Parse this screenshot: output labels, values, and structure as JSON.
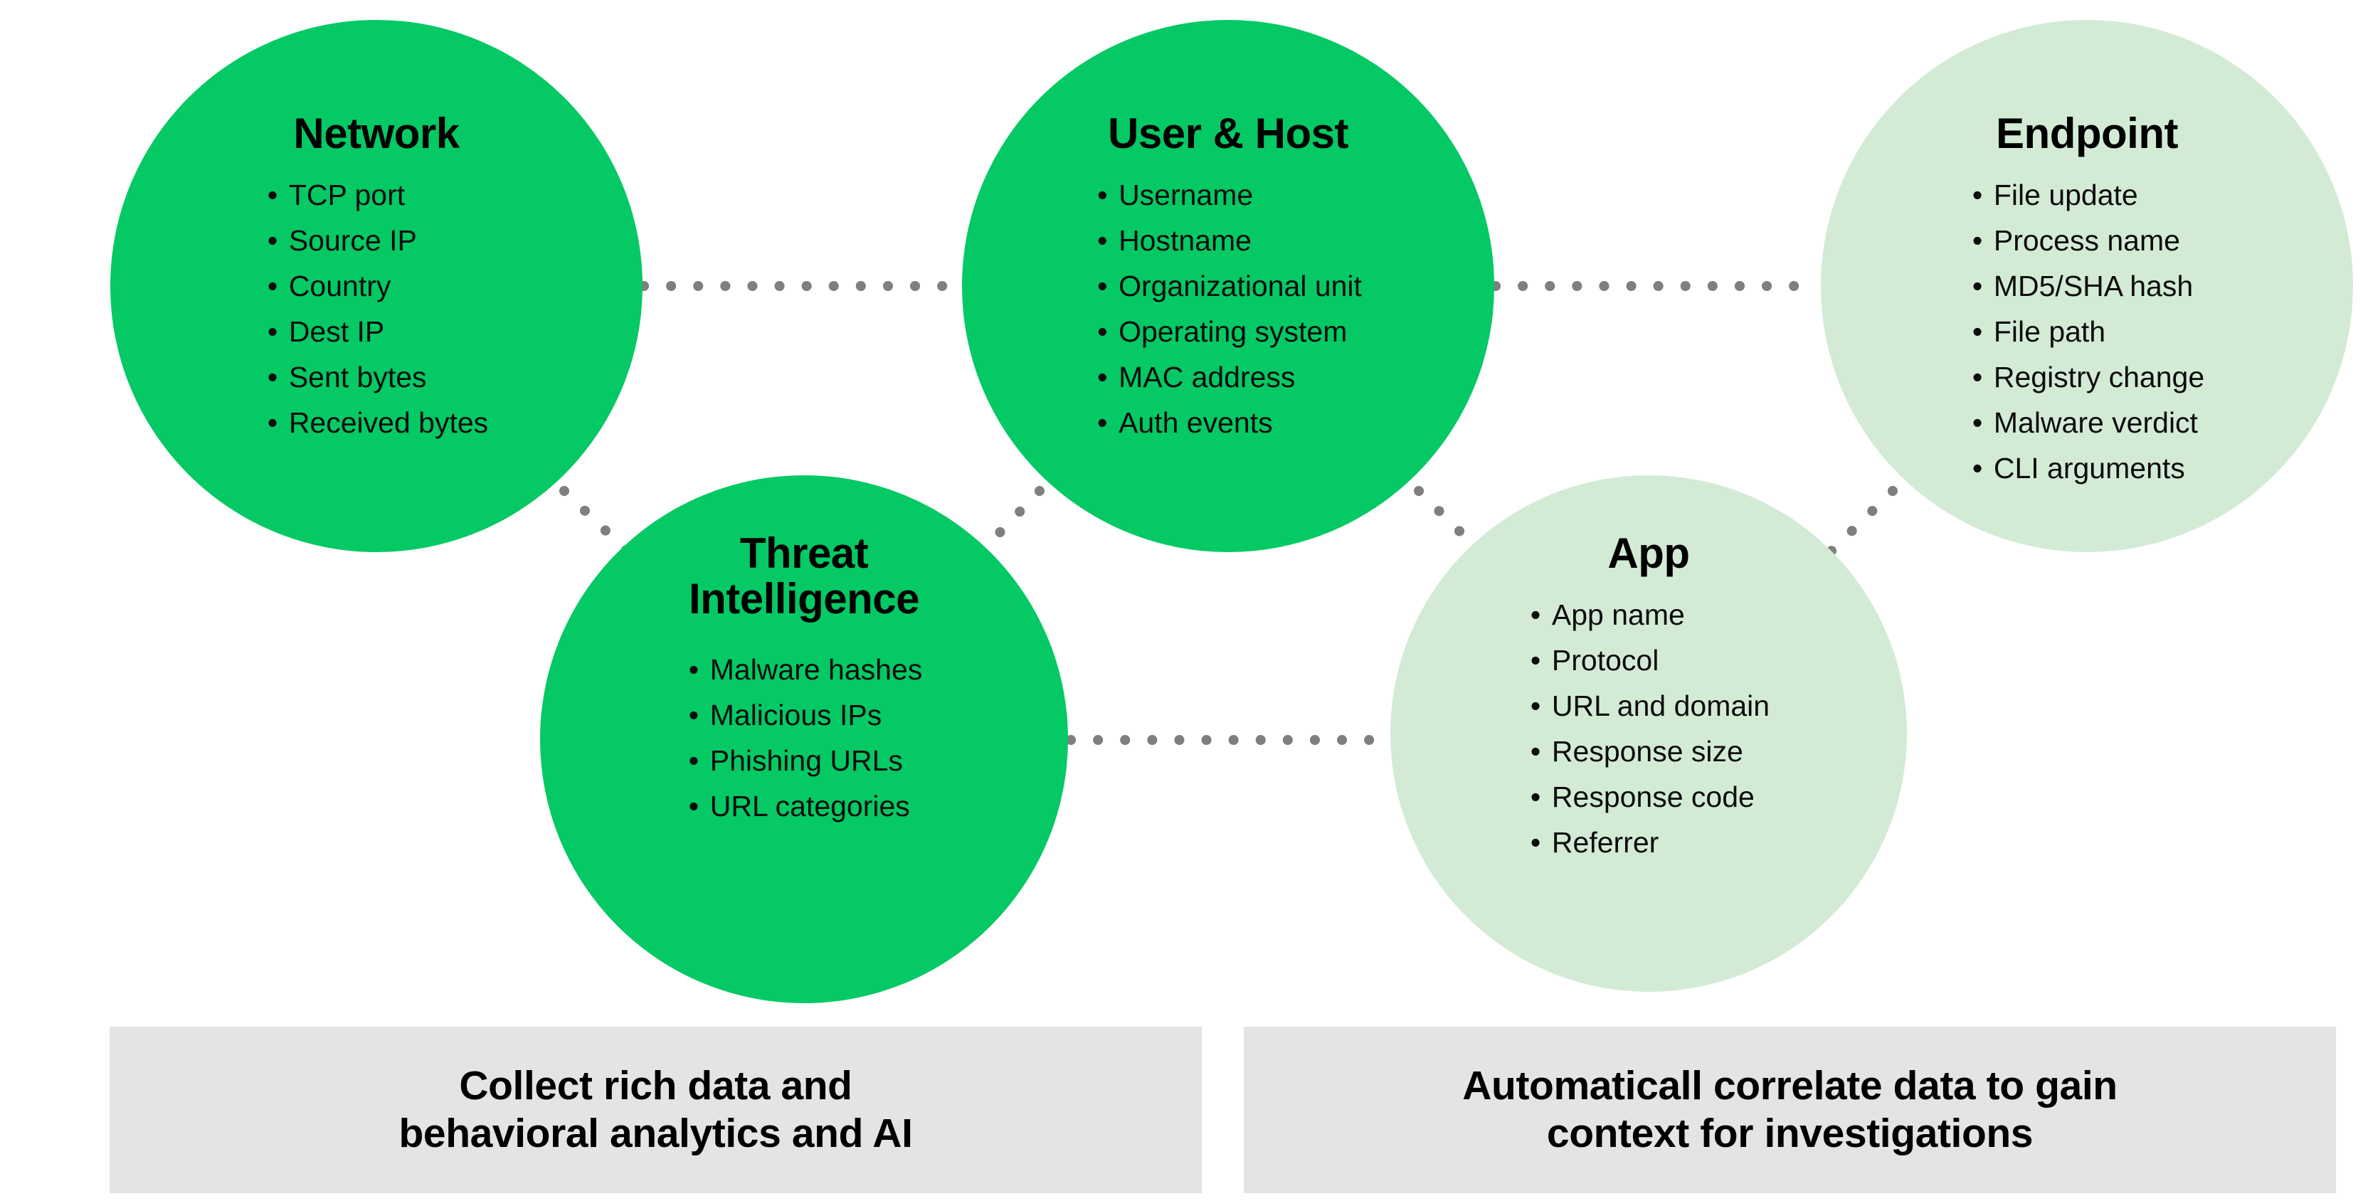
{
  "theme": {
    "background": "#ffffff",
    "accent_green": "#04C964",
    "accent_green_light": "#D3EBD5",
    "banner_gray": "#E4E4E4",
    "connector_dot": "#7F7F7F",
    "text": "#000000"
  },
  "diagram": {
    "type": "node-network",
    "nodes": [
      {
        "id": "network",
        "title": "Network",
        "fill": "dark",
        "items": [
          "TCP port",
          "Source IP",
          "Country",
          "Dest IP",
          "Sent bytes",
          "Received bytes"
        ]
      },
      {
        "id": "user-host",
        "title": "User & Host",
        "fill": "dark",
        "items": [
          "Username",
          "Hostname",
          "Organizational unit",
          "Operating system",
          "MAC address",
          "Auth events"
        ]
      },
      {
        "id": "endpoint",
        "title": "Endpoint",
        "fill": "light",
        "items": [
          "File update",
          "Process name",
          "MD5/SHA hash",
          "File path",
          "Registry change",
          "Malware verdict",
          "CLI arguments"
        ]
      },
      {
        "id": "threat-intelligence",
        "title": "Threat\nIntelligence",
        "fill": "dark",
        "items": [
          "Malware hashes",
          "Malicious IPs",
          "Phishing URLs",
          "URL categories"
        ]
      },
      {
        "id": "app",
        "title": "App",
        "fill": "light",
        "items": [
          "App name",
          "Protocol",
          "URL and domain",
          "Response size",
          "Response code",
          "Referrer"
        ]
      }
    ],
    "connectors": [
      {
        "from": "network",
        "to": "user-host",
        "style": "dotted",
        "orientation": "horizontal"
      },
      {
        "from": "user-host",
        "to": "endpoint",
        "style": "dotted",
        "orientation": "horizontal"
      },
      {
        "from": "threat-intelligence",
        "to": "app",
        "style": "dotted",
        "orientation": "horizontal"
      },
      {
        "from": "network",
        "to": "threat-intelligence",
        "style": "dotted",
        "orientation": "diagonal"
      },
      {
        "from": "user-host",
        "to": "threat-intelligence",
        "style": "dotted",
        "orientation": "diagonal"
      },
      {
        "from": "user-host",
        "to": "app",
        "style": "dotted",
        "orientation": "diagonal"
      },
      {
        "from": "endpoint",
        "to": "app",
        "style": "dotted",
        "orientation": "diagonal"
      }
    ]
  },
  "banners": {
    "left": "Collect rich data and\nbehavioral analytics and AI",
    "right": "Automaticall correlate data to gain\ncontext for investigations"
  }
}
